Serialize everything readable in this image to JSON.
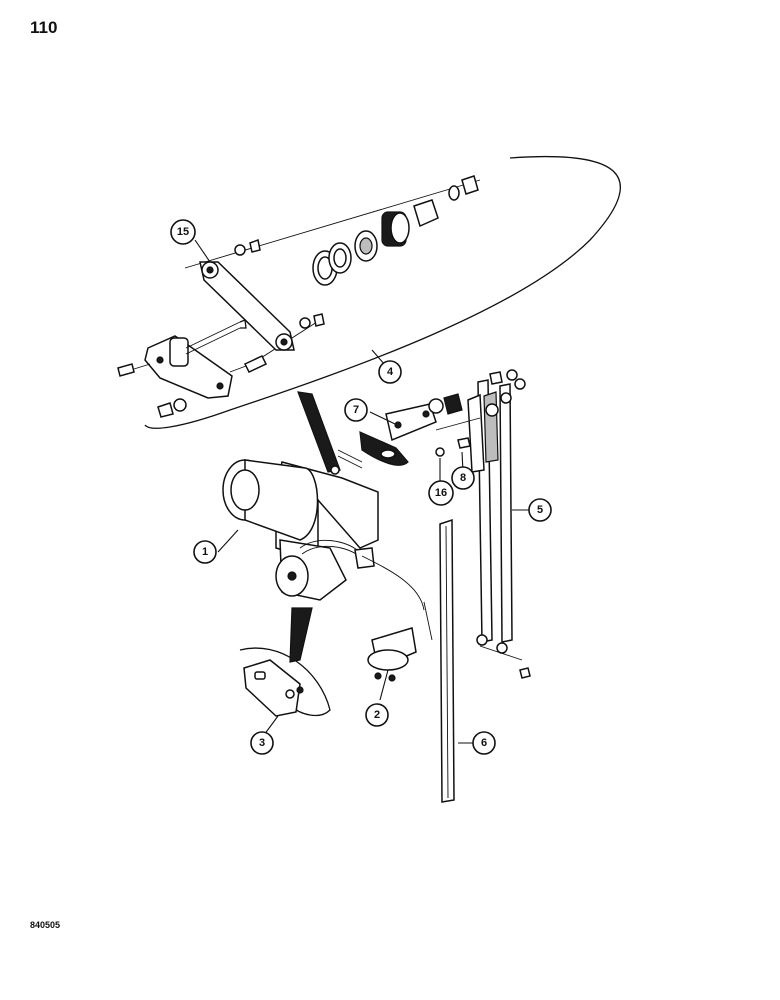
{
  "page": {
    "number": "110",
    "code": "840505"
  },
  "callouts": [
    "1",
    "2",
    "3",
    "4",
    "5",
    "6",
    "7",
    "8",
    "15",
    "16"
  ]
}
